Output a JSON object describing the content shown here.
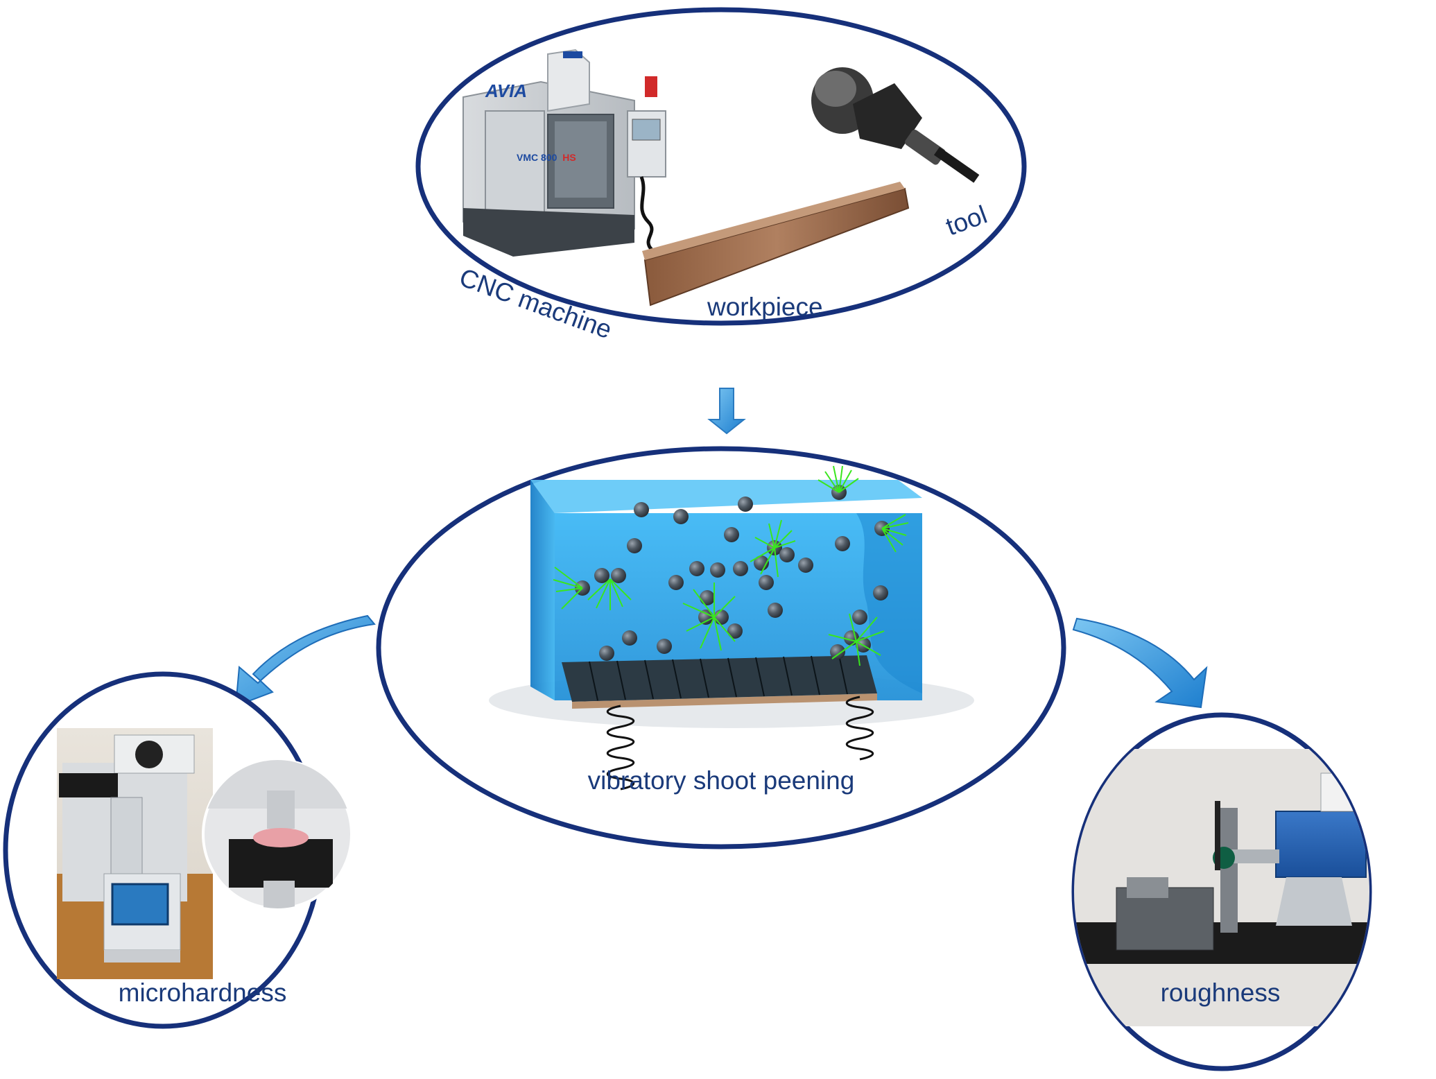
{
  "colors": {
    "outline": "#16307a",
    "label": "#1a3a7a",
    "arrow": "#2f8fd6",
    "tank": "#2aa8ee",
    "ball": "#3c4650",
    "spark": "#39e61e"
  },
  "top_group": {
    "labels": {
      "cnc_machine": "CNC machine",
      "workpiece": "workpiece",
      "tool": "tool"
    },
    "machine_brand": "AVIA",
    "machine_model": "VMC 800",
    "machine_model_suffix": "HS"
  },
  "center_group": {
    "label": "vibratory shoot peening"
  },
  "left_group": {
    "label": "microhardness"
  },
  "right_group": {
    "label": "roughness"
  },
  "icons": [
    "arrow-down-icon",
    "curved-arrow-left-icon",
    "curved-arrow-right-icon",
    "spring-icon"
  ]
}
